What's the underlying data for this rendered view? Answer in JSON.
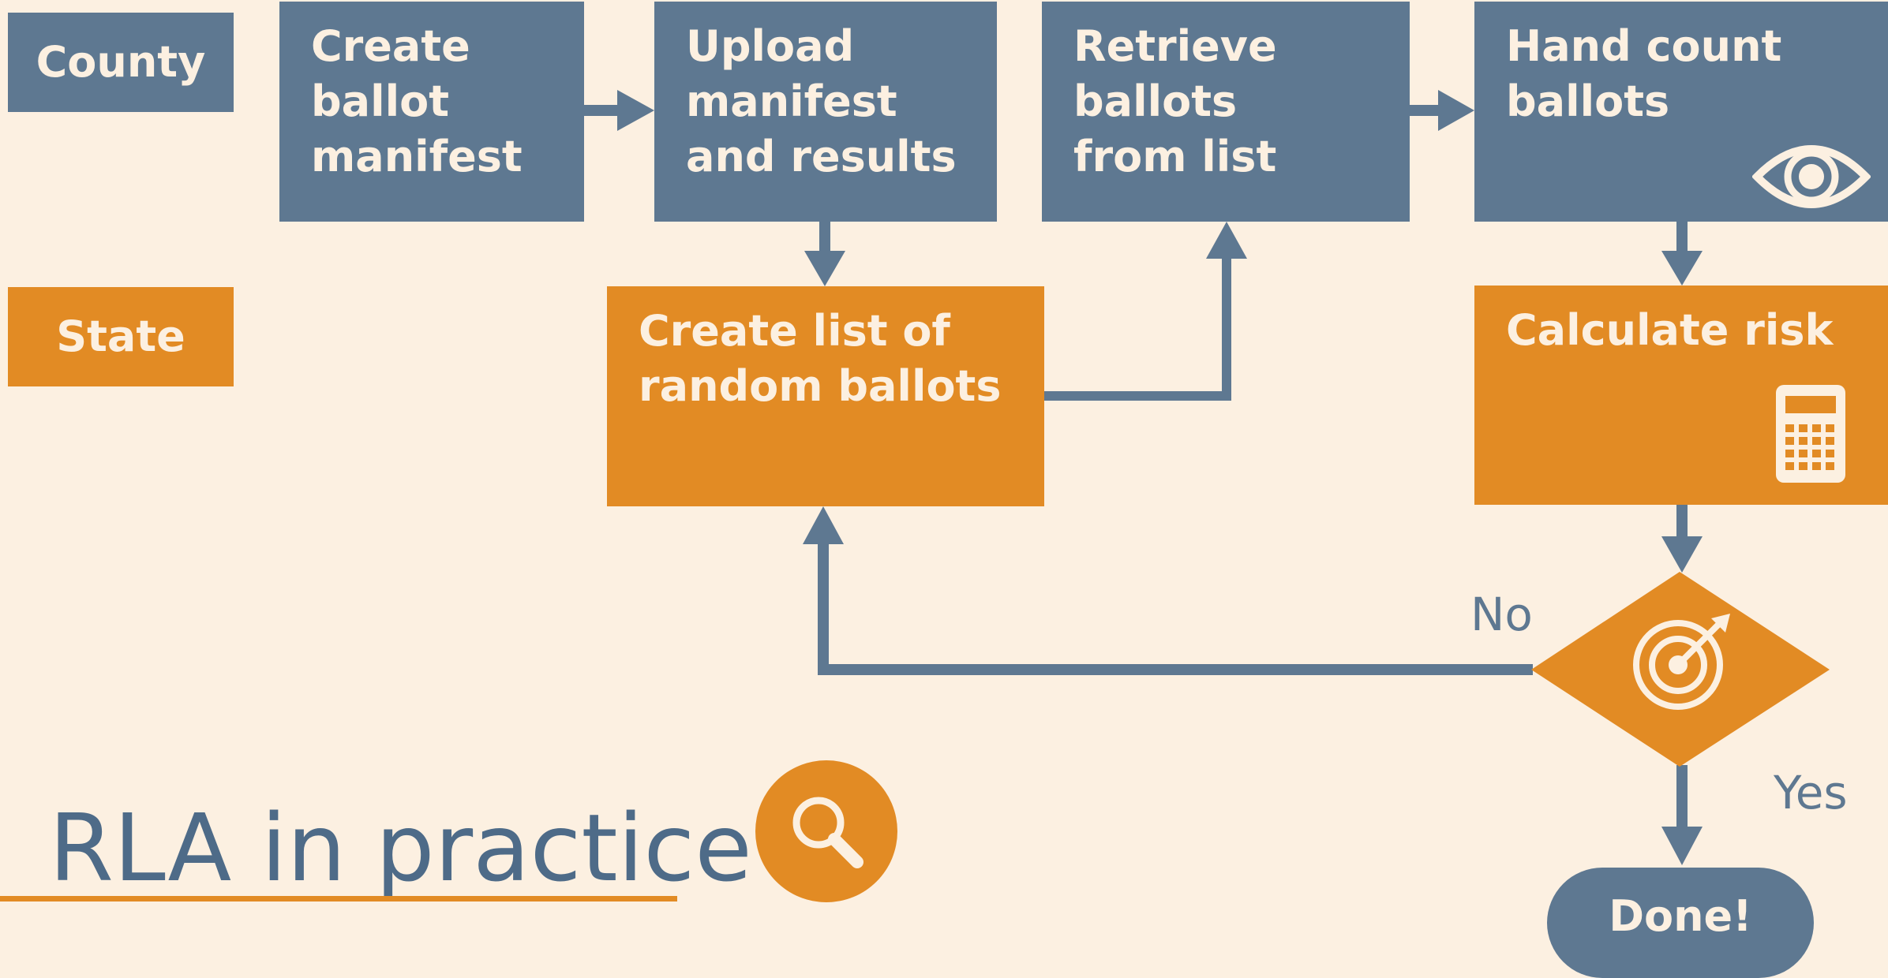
{
  "legend": {
    "county": "County",
    "state": "State"
  },
  "steps": {
    "create_manifest": [
      "Create",
      "ballot",
      "manifest"
    ],
    "upload": [
      "Upload",
      "manifest",
      "and results"
    ],
    "retrieve": [
      "Retrieve",
      "ballots",
      "from list"
    ],
    "hand_count": [
      "Hand count",
      "ballots"
    ],
    "random_list": [
      "Create list of",
      "random ballots"
    ],
    "calculate": [
      "Calculate risk"
    ]
  },
  "decision": {
    "no_label": "No",
    "yes_label": "Yes"
  },
  "done_label": "Done!",
  "title": "RLA in practice",
  "colors": {
    "county": "#5e7891",
    "state": "#e28b24",
    "background": "#fcf0e1"
  },
  "icons": {
    "hand_count": "eye-icon",
    "calculate": "calculator-icon",
    "decision": "target-icon",
    "title": "magnifier-icon"
  }
}
